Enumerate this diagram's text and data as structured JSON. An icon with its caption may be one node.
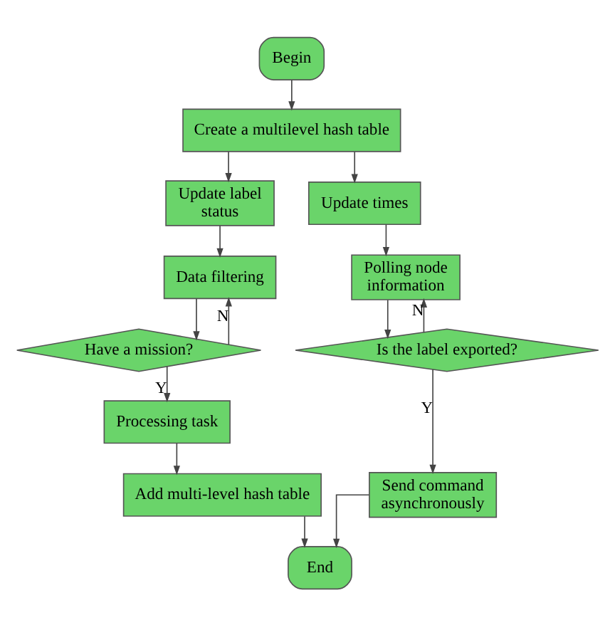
{
  "diagram": {
    "nodes": [
      {
        "text": [
          "Begin"
        ]
      },
      {
        "text": [
          "Create a multilevel hash table"
        ]
      },
      {
        "text": [
          "Update label status"
        ]
      },
      {
        "text": [
          "Update times"
        ]
      },
      {
        "text": [
          "Data filtering"
        ]
      },
      {
        "text": [
          "Polling node information"
        ]
      },
      {
        "text": [
          "Have a mission?"
        ]
      },
      {
        "text": [
          "Is the label exported?"
        ]
      },
      {
        "text": [
          "Processing task"
        ]
      },
      {
        "text": [
          "Add multi-level hash table"
        ]
      },
      {
        "text": [
          "Send command asynchronously"
        ]
      },
      {
        "text": [
          "End"
        ]
      }
    ],
    "edges": [
      {
        "from": 0,
        "to": 1,
        "arrow": "to"
      },
      {
        "from": 1,
        "to": 2,
        "arrow": "to"
      },
      {
        "from": 1,
        "to": 3,
        "arrow": "to"
      },
      {
        "from": 2,
        "to": 4,
        "arrow": "to"
      },
      {
        "from": 3,
        "to": 5,
        "arrow": "to"
      },
      {
        "from": 4,
        "to": 6,
        "arrow": "to"
      },
      {
        "from": 6,
        "to": 4,
        "arrow": "to",
        "label": "N"
      },
      {
        "from": 5,
        "to": 7,
        "arrow": "to"
      },
      {
        "from": 7,
        "to": 5,
        "arrow": "to",
        "label": "N"
      },
      {
        "from": 6,
        "to": 8,
        "arrow": "to",
        "label": "Y"
      },
      {
        "from": 7,
        "to": 10,
        "arrow": "to",
        "label": "Y"
      },
      {
        "from": 8,
        "to": 9,
        "arrow": "to"
      },
      {
        "from": 9,
        "to": 11,
        "arrow": "to"
      },
      {
        "from": 10,
        "to": 11,
        "arrow": "to"
      }
    ]
  }
}
